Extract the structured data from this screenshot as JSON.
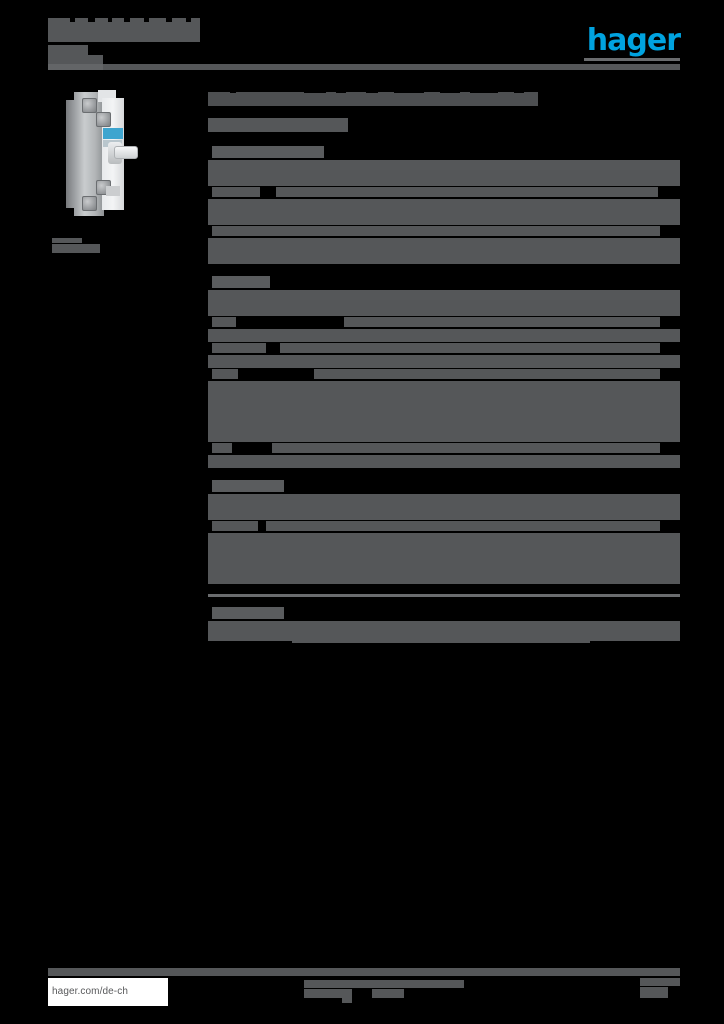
{
  "document": {
    "kind": "product-datasheet",
    "brand": "hager",
    "brand_color": "#00A3E0",
    "redaction_color": "#555759",
    "page_background": "#000000",
    "header": {
      "title_redacted": true,
      "subtitle_redacted": true,
      "rule": true
    },
    "logo": {
      "text": "hager",
      "color": "#00A3E0",
      "underline": true
    },
    "product_image": {
      "alt_name": "modular-circuit-breaker-auxiliary-switch",
      "caption_redacted": true
    },
    "page_title_redacted": true,
    "sub_heading_redacted": true,
    "footer": {
      "url": "hager.com/de-ch",
      "center_redacted": true,
      "page_number_redacted": true
    }
  },
  "table": {
    "sections": [
      {
        "heading_redacted": true,
        "heading_width": 112,
        "rows": [
          {
            "label_w": 110,
            "value_x": 160,
            "value_w": 290,
            "alt": true,
            "h": 13
          },
          {
            "label_w": 58,
            "value_x": 132,
            "value_w": 318,
            "alt": true,
            "h": 13
          },
          {
            "label_w": 48,
            "value_x": 68,
            "value_w": 382,
            "alt": false,
            "h": 13
          },
          {
            "label_w": 30,
            "value_x": 54,
            "value_w": 400,
            "alt": true,
            "h": 13
          },
          {
            "label_w": 42,
            "value_x": 70,
            "value_w": 386,
            "alt": true,
            "h": 13
          },
          {
            "label_w": 24,
            "value_x": 28,
            "value_w": 424,
            "alt": false,
            "h": 13
          },
          {
            "label_w": 36,
            "value_x": 48,
            "value_w": 404,
            "alt": true,
            "h": 26
          }
        ]
      },
      {
        "heading_redacted": true,
        "heading_width": 58,
        "rows": [
          {
            "label_w": 20,
            "value_x": 52,
            "value_w": 400,
            "alt": true,
            "h": 13
          },
          {
            "label_w": 22,
            "value_x": 50,
            "value_w": 402,
            "alt": true,
            "h": 13
          },
          {
            "label_w": 24,
            "value_x": 136,
            "value_w": 316,
            "alt": false,
            "h": 13
          },
          {
            "label_w": 22,
            "value_x": 50,
            "value_w": 402,
            "alt": true,
            "h": 13
          },
          {
            "label_w": 54,
            "value_x": 72,
            "value_w": 380,
            "alt": false,
            "h": 13
          },
          {
            "label_w": 20,
            "value_x": 48,
            "value_w": 404,
            "alt": true,
            "h": 13
          },
          {
            "label_w": 26,
            "value_x": 106,
            "value_w": 346,
            "alt": false,
            "h": 13
          },
          {
            "label_w": 62,
            "value_x": 78,
            "value_w": 374,
            "alt": true,
            "h": 28
          },
          {
            "label_w": 80,
            "value_x": 118,
            "value_w": 334,
            "alt": true,
            "h": 13
          },
          {
            "label_w": 36,
            "value_x": 52,
            "value_w": 400,
            "alt": true,
            "h": 20
          },
          {
            "label_w": 20,
            "value_x": 64,
            "value_w": 388,
            "alt": false,
            "h": 13
          },
          {
            "label_w": 96,
            "value_x": 190,
            "value_w": 262,
            "alt": true,
            "h": 13
          }
        ]
      },
      {
        "heading_redacted": true,
        "heading_width": 72,
        "rows": [
          {
            "label_w": 36,
            "value_x": 46,
            "value_w": 406,
            "alt": true,
            "h": 13
          },
          {
            "label_w": 38,
            "value_x": 48,
            "value_w": 404,
            "alt": true,
            "h": 13
          },
          {
            "label_w": 46,
            "value_x": 58,
            "value_w": 394,
            "alt": false,
            "h": 13
          },
          {
            "label_w": 20,
            "value_x": 80,
            "value_w": 372,
            "alt": true,
            "h": 13
          },
          {
            "label_w": 66,
            "value_x": 100,
            "value_w": 352,
            "alt": true,
            "h": 38
          }
        ]
      },
      {
        "heading_redacted": true,
        "heading_width": 72,
        "rows": [
          {
            "label_w": 66,
            "value_x": 84,
            "value_w": 368,
            "alt": true,
            "h": 20
          }
        ]
      }
    ]
  }
}
